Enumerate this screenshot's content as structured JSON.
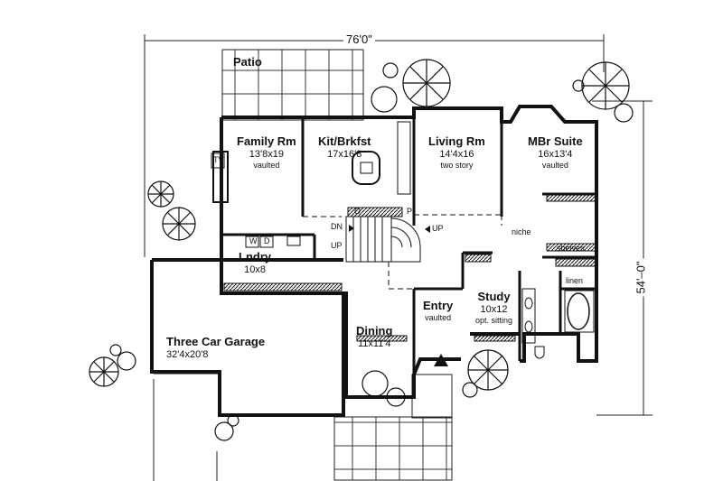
{
  "dimensions": {
    "width": "76'0\"",
    "depth": "54'–0\""
  },
  "rooms": {
    "patio": {
      "name": "Patio"
    },
    "family": {
      "name": "Family Rm",
      "size": "13'8x19",
      "note": "vaulted"
    },
    "kitchen": {
      "name": "Kit/Brkfst",
      "size": "17x16'8"
    },
    "living": {
      "name": "Living Rm",
      "size": "14'4x16",
      "note": "two story"
    },
    "master": {
      "name": "MBr Suite",
      "size": "16x13'4",
      "note": "vaulted"
    },
    "laundry": {
      "name": "Lndry",
      "size": "10x8"
    },
    "garage": {
      "name": "Three Car Garage",
      "size": "32'4x20'8"
    },
    "dining": {
      "name": "Dining",
      "size": "11x11'4"
    },
    "entry": {
      "name": "Entry",
      "note": "vaulted"
    },
    "study": {
      "name": "Study",
      "size": "10x12",
      "note": "opt. sitting"
    }
  },
  "fixtures": {
    "tv": "TV",
    "washer": "W",
    "dryer": "D",
    "oven": "O",
    "pantry": "P",
    "stair_dn": "DN",
    "stair_up_left": "UP",
    "stair_up_right": "UP",
    "niche": "niche",
    "shelves": "shelves",
    "linen": "linen"
  }
}
